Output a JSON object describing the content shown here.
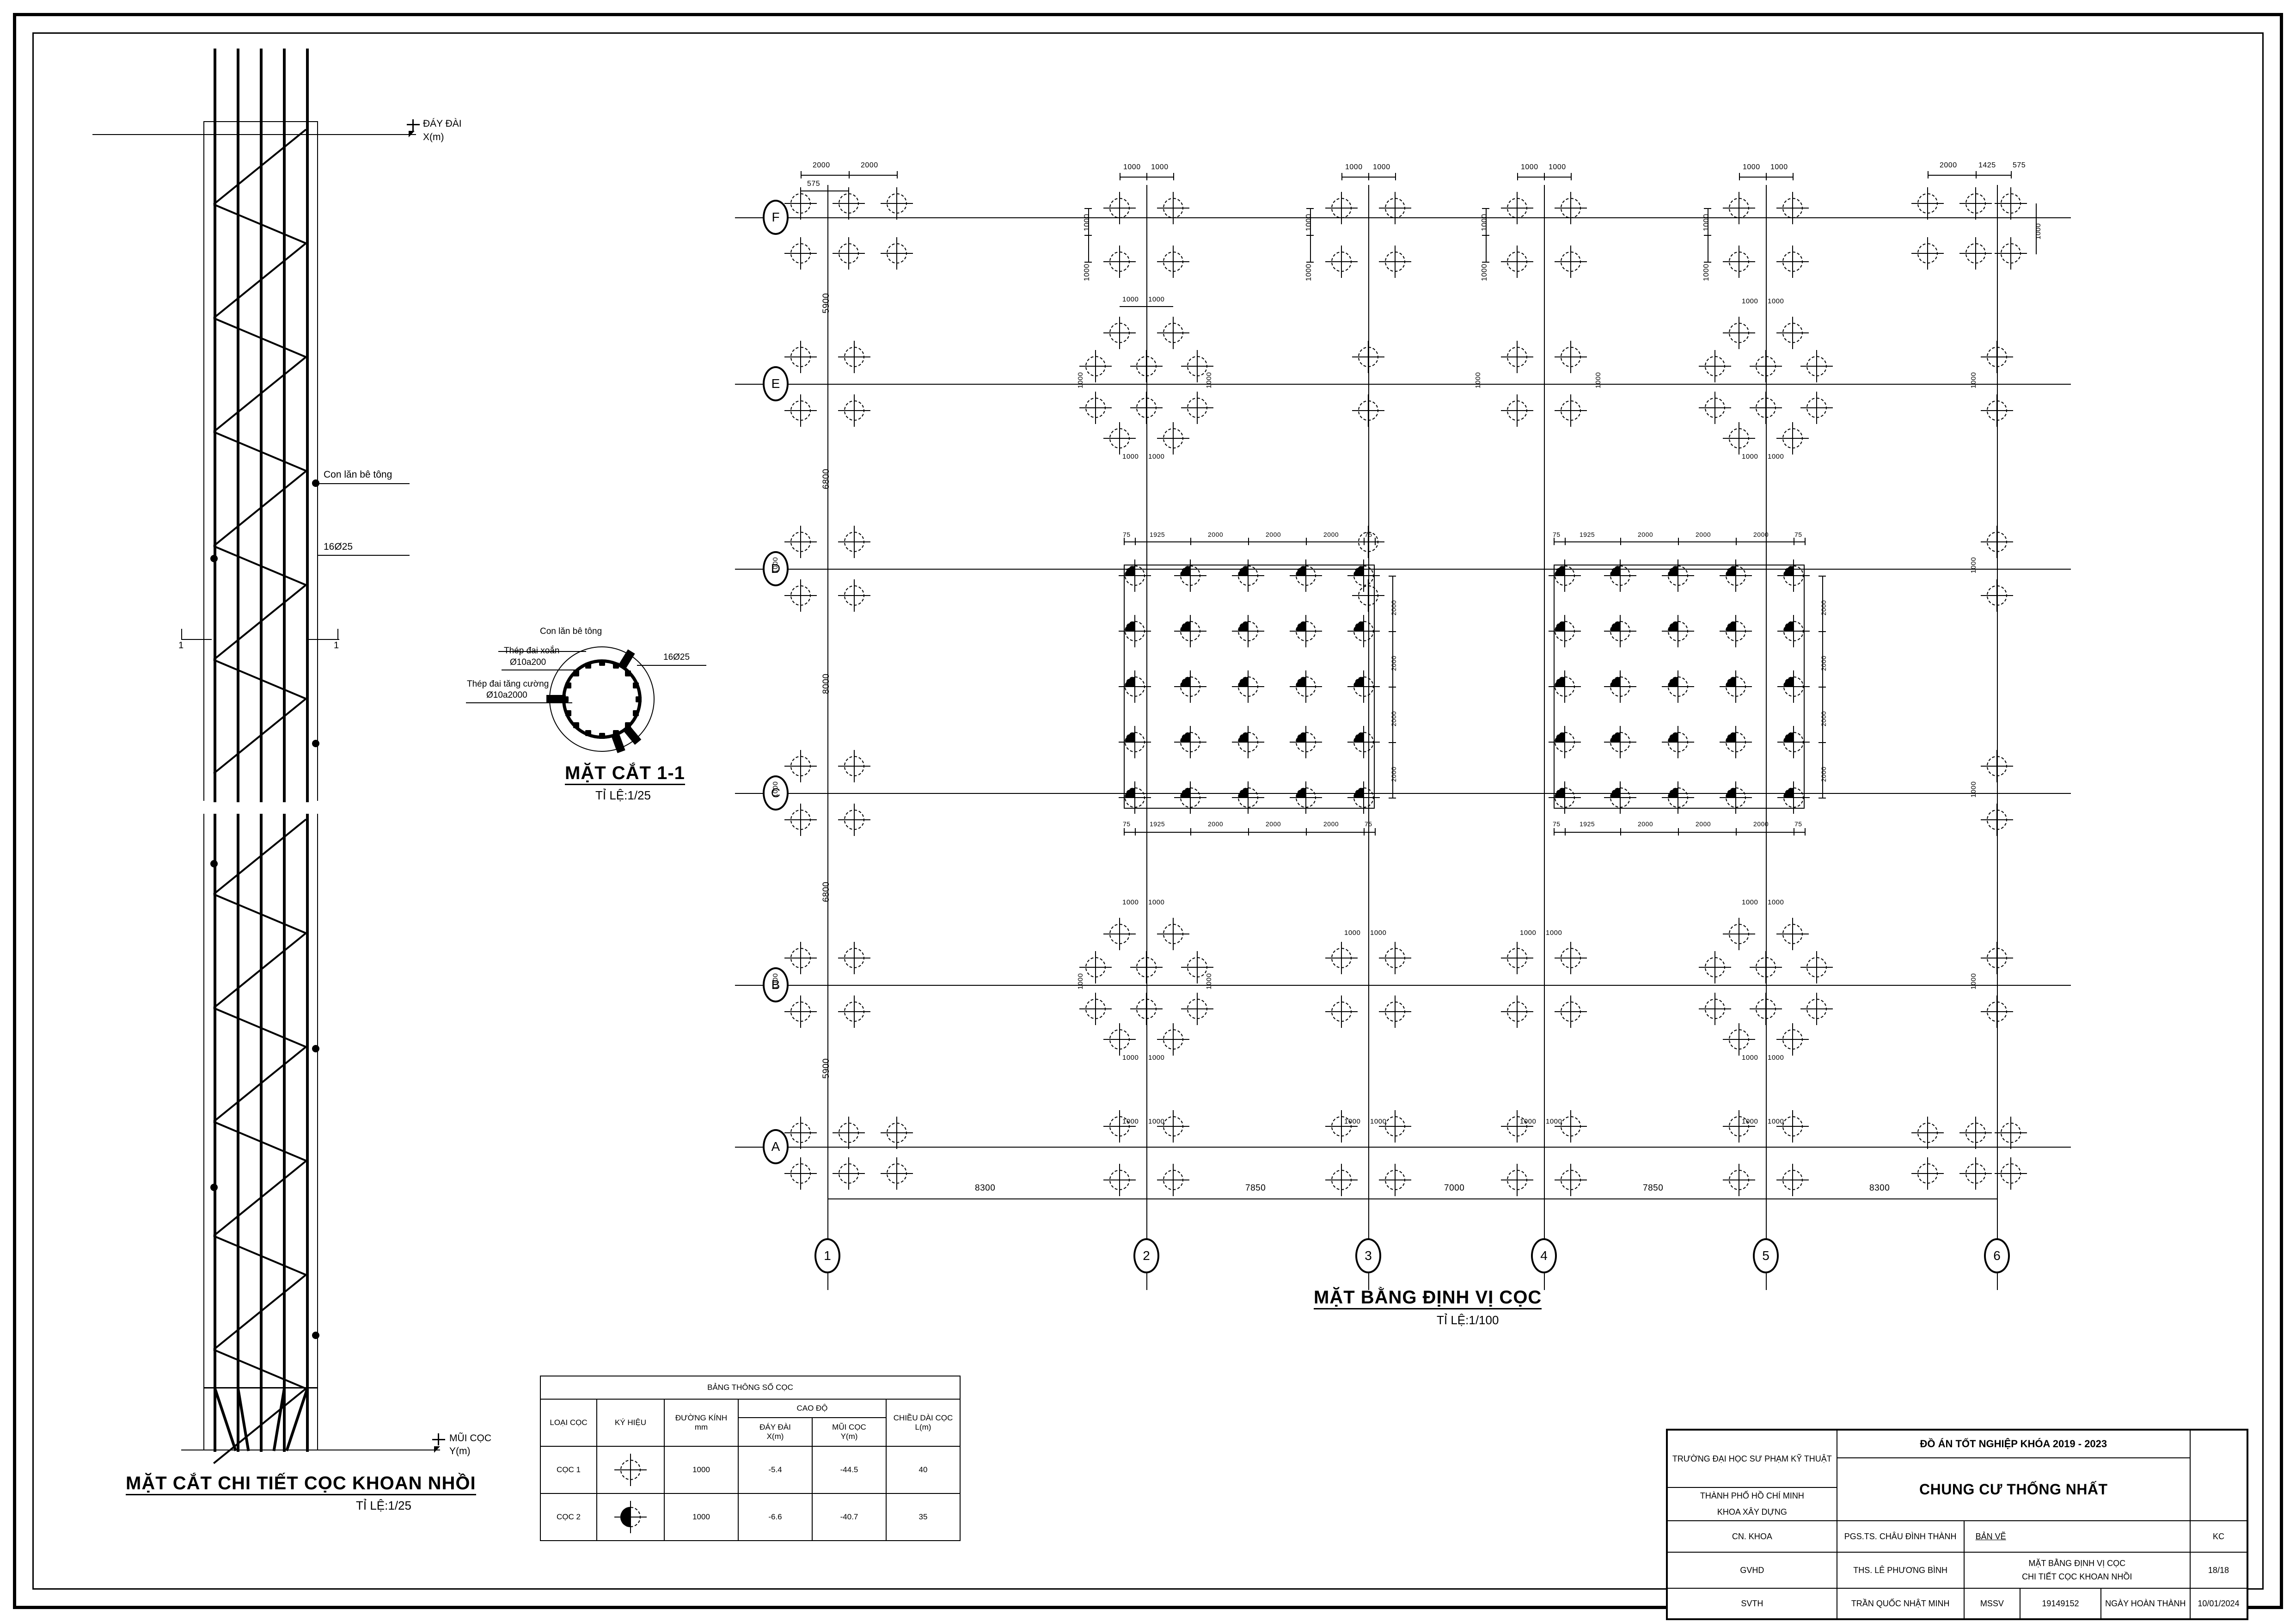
{
  "sheet": {
    "title": "CHUNG CƯ THỐNG NHẤT",
    "project_header": "ĐỒ ÁN TỐT NGHIỆP KHÓA 2019 - 2023"
  },
  "titleblock": {
    "school_line1": "TRƯỜNG ĐẠI HỌC SƯ PHẠM KỸ THUẬT",
    "school_line2": "THÀNH PHỐ HỒ CHÍ MINH",
    "school_line3": "KHOA XÂY DỰNG",
    "project_header": "ĐỒ ÁN TỐT NGHIỆP KHÓA 2019 - 2023",
    "project_name": "CHUNG CƯ THỐNG NHẤT",
    "rows": [
      {
        "label": "CN. KHOA",
        "value": "PGS.TS. CHÂU ĐÌNH THÀNH"
      },
      {
        "label": "GVHD",
        "value": "THS. LÊ PHƯƠNG BÌNH"
      },
      {
        "label": "SVTH",
        "value": "TRẦN QUỐC NHẬT MINH"
      }
    ],
    "drawing_label": "BẢN VẼ",
    "drawing_name_line1": "MẶT BẰNG ĐỊNH VỊ CỌC",
    "drawing_name_line2": "CHI TIẾT CỌC KHOAN NHỒI",
    "discipline_code": "KC",
    "sheet_number": "18/18",
    "mssv_label": "MSSV",
    "mssv_value": "19149152",
    "date_label": "NGÀY HOÀN THÀNH",
    "date_value": "10/01/2024"
  },
  "schedule": {
    "title": "BẢNG THÔNG SỐ CỌC",
    "headers": {
      "type": "LOẠI CỌC",
      "symbol": "KÝ HIỆU",
      "diameter_l1": "ĐƯỜNG KÍNH",
      "diameter_l2": "mm",
      "elevation_group": "CAO ĐỘ",
      "cap_bottom_l1": "ĐÁY ĐÀI",
      "cap_bottom_l2": "X(m)",
      "pile_toe_l1": "MŨI CỌC",
      "pile_toe_l2": "Y(m)",
      "length_l1": "CHIỀU DÀI CỌC",
      "length_l2": "L(m)"
    },
    "rows": [
      {
        "type": "CỌC 1",
        "symbol": "open-pile-symbol",
        "diameter": "1000",
        "cap_bottom": "-5.4",
        "pile_toe": "-44.5",
        "length": "40"
      },
      {
        "type": "CỌC 2",
        "symbol": "filled-pile-symbol",
        "diameter": "1000",
        "cap_bottom": "-6.6",
        "pile_toe": "-40.7",
        "length": "35"
      }
    ]
  },
  "plan": {
    "title": "MẶT BẰNG ĐỊNH VỊ CỌC",
    "scale": "TỈ LỆ:1/100",
    "grid_letters": [
      "F",
      "E",
      "D",
      "C",
      "B",
      "A"
    ],
    "grid_numbers": [
      "1",
      "2",
      "3",
      "4",
      "5",
      "6"
    ],
    "vertical_dims": [
      "5900",
      "6800",
      "8000",
      "6800",
      "5900"
    ],
    "horizontal_dims": [
      "8300",
      "7850",
      "7000",
      "7850",
      "8300"
    ],
    "cap_dim_1000": "1000",
    "raft_dims_h": [
      "75",
      "1925",
      "2000",
      "2000",
      "2000",
      "75"
    ],
    "raft_dims_v": [
      "2000",
      "2000",
      "2000",
      "2000"
    ],
    "corner_dims": [
      "575",
      "2000",
      "2000",
      "1425",
      "575"
    ]
  },
  "elevation": {
    "title": "MẶT CẮT CHI TIẾT CỌC KHOAN NHỒI",
    "scale": "TỈ LỆ:1/25",
    "top_level_l1": "ĐÁY ĐÀI",
    "top_level_l2": "X(m)",
    "bottom_level_l1": "MŨI CỌC",
    "bottom_level_l2": "Y(m)",
    "note_roller": "Con lăn bê tông",
    "note_main_bars": "16Ø25"
  },
  "section": {
    "title": "MẶT CẮT 1-1",
    "scale": "TỈ LỆ:1/25",
    "note_roller": "Con lăn bê tông",
    "note_spiral_l1": "Thép đai xoắn",
    "note_spiral_l2": "Ø10a200",
    "note_stiffener_l1": "Thép đai tăng cường",
    "note_stiffener_l2": "Ø10a2000",
    "note_main_bars": "16Ø25",
    "section_mark_left": "1",
    "section_mark_right": "1"
  },
  "colors": {
    "ink": "#000000",
    "paper": "#ffffff"
  }
}
